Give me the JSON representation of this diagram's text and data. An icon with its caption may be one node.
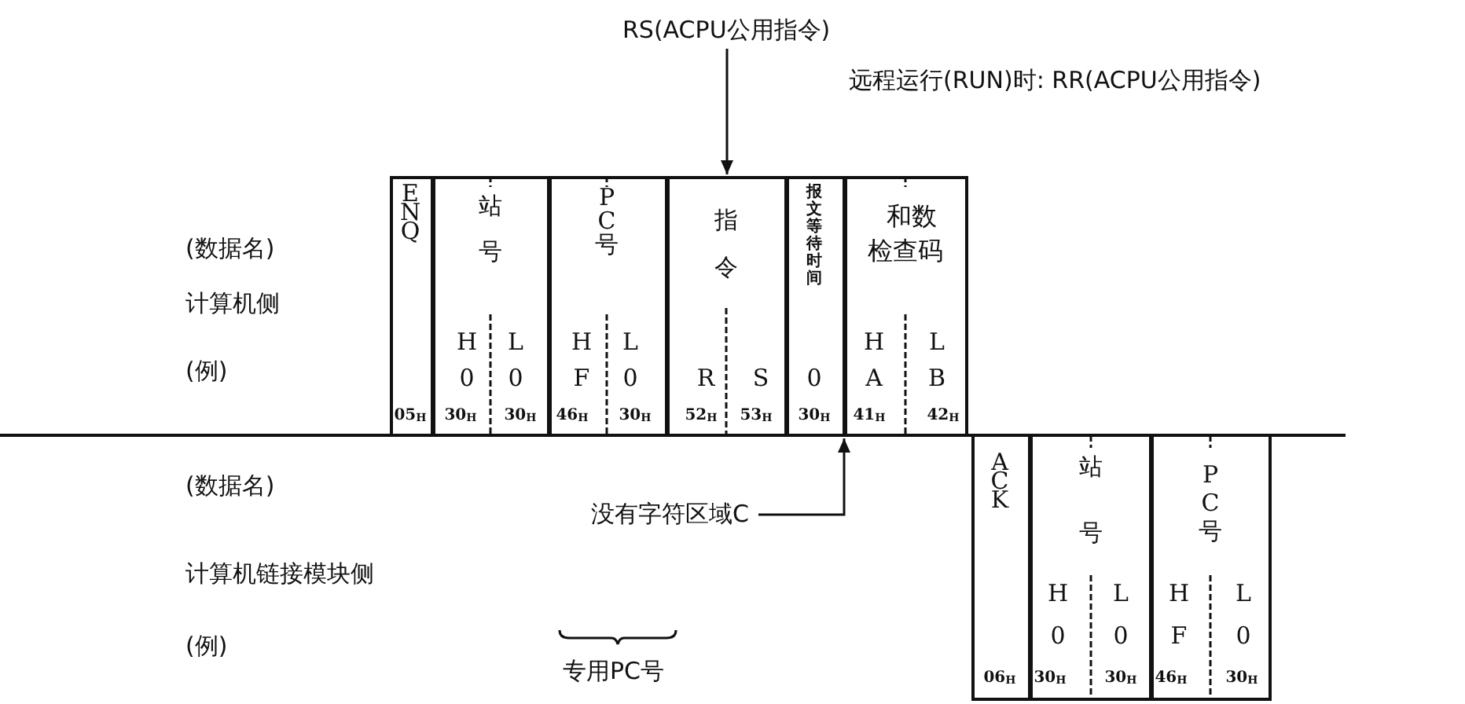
{
  "diagram": {
    "nodes": [
      {
        "text": [
          "RS(ACPU公用指令)"
        ]
      },
      {
        "text": [
          "ENQ",
          "05$_{H}$"
        ]
      },
      {
        "text": [
          "站号",
          "H",
          "L",
          "0",
          "0",
          "30$_{H}$",
          "30$_{H}$"
        ]
      },
      {
        "text": [
          "PC号",
          "H",
          "L",
          "F",
          "0",
          "46$_{H}$",
          "30$_{H}$"
        ]
      },
      {
        "text": [
          "指令",
          "R",
          "S",
          "52$_{H}$",
          "53$_{H}$"
        ]
      },
      {
        "text": [
          "报文等待时间",
          "0",
          "30$_{H}$"
        ]
      },
      {
        "text": [
          "和数检查码",
          "H",
          "L",
          "A",
          "B",
          "41$_{H}$",
          "42$_{H}$"
        ]
      },
      {
        "text": [
          "没有字符区域C"
        ]
      },
      {
        "text": [
          "ACK",
          "06$_{H}$"
        ]
      },
      {
        "text": [
          "站号",
          "H",
          "L",
          "0",
          "0",
          "30$_{H}$",
          "30$_{H}$"
        ]
      },
      {
        "text": [
          "PC号",
          "H",
          "L",
          "F",
          "0",
          "46$_{H}$",
          "30$_{H}$"
        ]
      }
    ],
    "edges": [
      {
        "from": 0,
        "to": 4,
        "arrow": "to"
      },
      {
        "from": 7,
        "to": 5,
        "arrow": "to"
      }
    ],
    "labels": [
      "远程运行(RUN)时: RR(ACPU公用指令)",
      "(数据名)",
      "计算机侧",
      "(例)",
      "(数据名)",
      "计算机链接模块侧",
      "(例)",
      "专用PC号"
    ]
  }
}
